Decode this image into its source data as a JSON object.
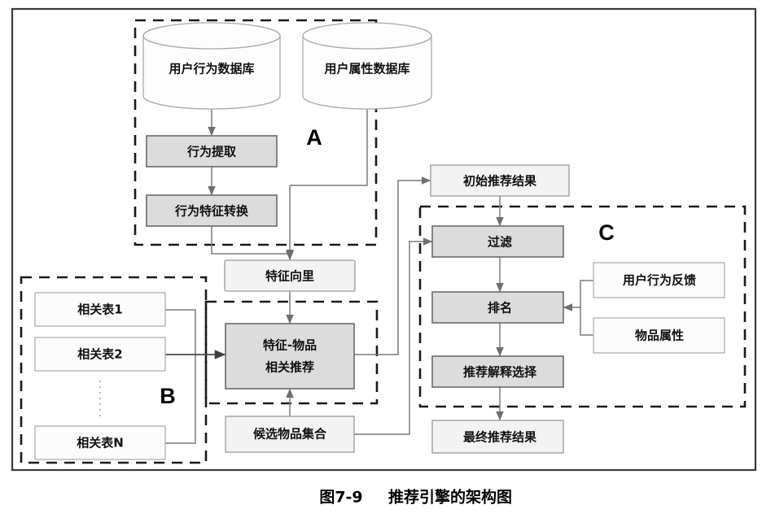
{
  "figure": {
    "caption_number": "图7-9",
    "caption_title": "推荐引擎的架构图"
  },
  "groups": [
    {
      "id": "A",
      "label": "A"
    },
    {
      "id": "B",
      "label": "B"
    },
    {
      "id": "C",
      "label": "C"
    }
  ],
  "nodes": {
    "user_behavior_db": "用户行为数据库",
    "user_attribute_db": "用户属性数据库",
    "behavior_extract": "行为提取",
    "behavior_feature_transform": "行为特征转换",
    "feature_vector": "特征向里",
    "related_table_1": "相关表1",
    "related_table_2": "相关表2",
    "related_table_n": "相关表N",
    "feature_item_reco_line1": "特征-物品",
    "feature_item_reco_line2": "相关推荐",
    "candidate_item_set": "候选物品集合",
    "initial_reco_result": "初始推荐结果",
    "filter": "过滤",
    "ranking": "排名",
    "reco_explanation_select": "推荐解释选择",
    "final_reco_result": "最终推荐结果",
    "user_behavior_feedback": "用户行为反馈",
    "item_attribute": "物品属性"
  },
  "colors": {
    "shaded_fill": "#dcdcdc",
    "light_fill": "#f3f3f3",
    "plain_fill": "#fcfcfc",
    "group_stroke": "#1a1a1a",
    "connector": "#7b7b7b",
    "frame": "#3a3a3a"
  }
}
